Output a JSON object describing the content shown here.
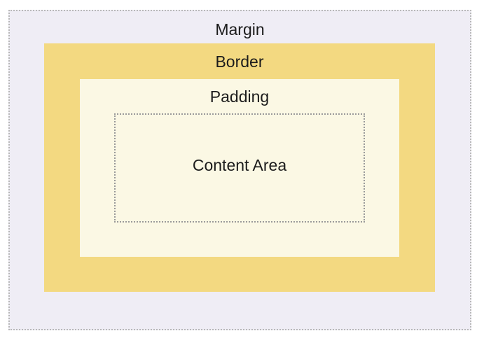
{
  "diagram": {
    "margin": {
      "label": "Margin",
      "fill": "#efedf5"
    },
    "border": {
      "label": "Border",
      "fill": "#f3d981"
    },
    "padding": {
      "label": "Padding",
      "fill": "#fbf8e4"
    },
    "content": {
      "label": "Content Area",
      "fill": "#fbf8e4"
    }
  }
}
